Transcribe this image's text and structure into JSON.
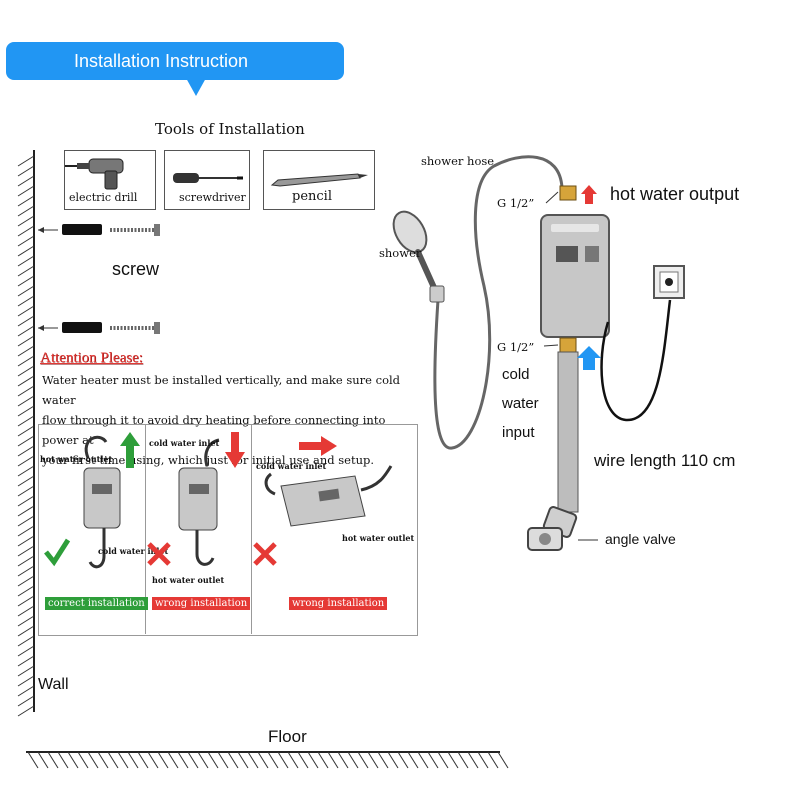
{
  "header": {
    "banner_text": "Installation Instruction"
  },
  "tools": {
    "title": "Tools of Installation",
    "items": [
      {
        "label": "electric drill",
        "icon": "electric-drill-icon"
      },
      {
        "label": "screwdriver",
        "icon": "screwdriver-icon"
      },
      {
        "label": "pencil",
        "icon": "pencil-icon"
      }
    ]
  },
  "screw": {
    "label": "screw"
  },
  "attention": {
    "heading": "Attention Please:",
    "lines": [
      "Water heater must be installed vertically, and make sure cold water",
      "flow through it to avoid dry heating before connecting into power at",
      "your first time using, which just for initial use and setup."
    ]
  },
  "panels": [
    {
      "labels": {
        "top": "hot water outlet",
        "bottom": "cold water inlet"
      },
      "verdict": "correct installation",
      "status": "correct",
      "arrow": "up"
    },
    {
      "labels": {
        "top": "cold water inlet",
        "bottom": "hot water outlet"
      },
      "verdict": "wrong installation",
      "status": "wrong",
      "arrow": "down"
    },
    {
      "labels": {
        "top": "cold water inlet",
        "bottom": "hot water outlet"
      },
      "verdict": "wrong installation",
      "status": "wrong",
      "arrow": "right"
    }
  ],
  "labels": {
    "wall": "Wall",
    "floor": "Floor",
    "shower_hose": "shower hose",
    "shower": "shower",
    "top_thread": "G 1/2”",
    "bottom_thread": "G 1/2”",
    "hot_output": "hot water output",
    "cold_input": [
      "cold",
      "water",
      "input"
    ],
    "wire_length": "wire length 110 cm",
    "angle_valve": "angle valve"
  },
  "colors": {
    "banner": "#2196f3",
    "attention": "#e53935",
    "hot_arrow": "#e53935",
    "cold_arrow": "#2196f3",
    "correct": "#2e9e3a",
    "wrong": "#e53935"
  }
}
